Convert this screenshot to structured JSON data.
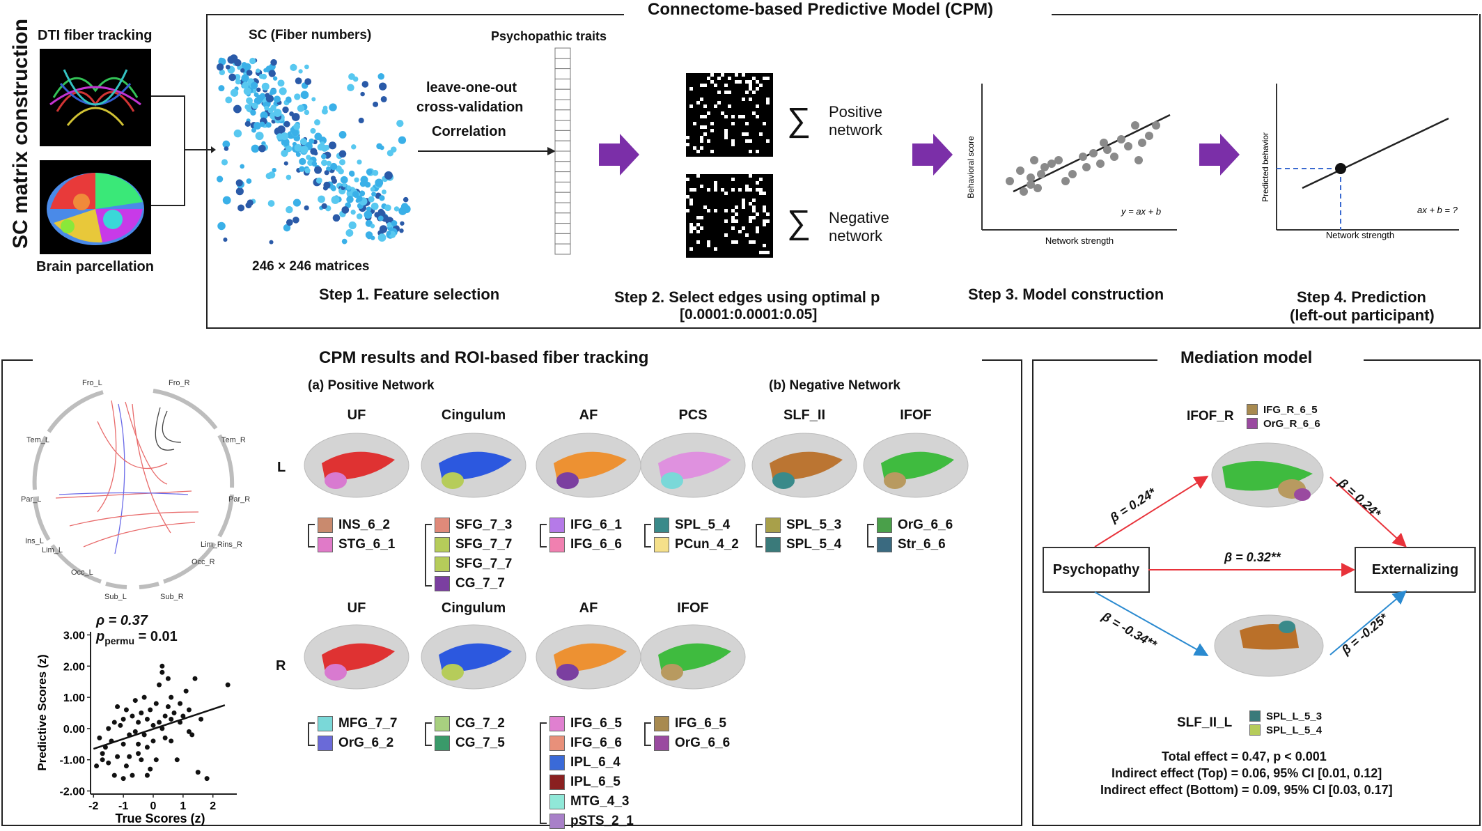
{
  "sc": {
    "vertical_title": "SC matrix construction",
    "dti_label": "DTI fiber tracking",
    "parcellation_label": "Brain parcellation"
  },
  "cpm": {
    "title": "Connectome-based Predictive Model (CPM)",
    "sc_label": "SC (Fiber numbers)",
    "matrix_label": "246 × 246 matrices",
    "psych_label": "Psychopathic traits",
    "loo_label_1": "leave-one-out",
    "loo_label_2": "cross-validation",
    "corr_label": "Correlation",
    "positive_1": "Positive",
    "positive_2": "network",
    "negative_1": "Negative",
    "negative_2": "network",
    "sigma": "∑",
    "step1": "Step 1. Feature selection",
    "step2_1": "Step 2. Select edges using optimal p",
    "step2_2": "[0.0001:0.0001:0.05]",
    "step3": "Step 3. Model construction",
    "step4_1": "Step 4. Prediction",
    "step4_2": "(left-out participant)",
    "step3_ylabel": "Behavioral score",
    "step3_xlabel": "Network strength",
    "step3_eq": "y = ax + b",
    "step4_ylabel": "Predicted behavior",
    "step4_xlabel": "Network strength",
    "step4_eq": "ax + b = ?",
    "arrow_color": "#7b2fa8"
  },
  "results": {
    "title": "CPM results and ROI-based fiber tracking",
    "pos_title": "(a) Positive Network",
    "neg_title": "(b) Negative Network",
    "L": "L",
    "R": "R",
    "row_L": [
      {
        "tract": "UF",
        "legend": [
          {
            "name": "INS_6_2",
            "color": "#c98a6e"
          },
          {
            "name": "STG_6_1",
            "color": "#e07ac8"
          }
        ]
      },
      {
        "tract": "Cingulum",
        "legend": [
          {
            "name": "SFG_7_3",
            "color": "#e08a7a"
          },
          {
            "name": "SFG_7_7",
            "color": "#b6cc5a"
          },
          {
            "name": "SFG_7_7",
            "color": "#b6cc5a"
          },
          {
            "name": "CG_7_7",
            "color": "#7b3fa0"
          }
        ]
      },
      {
        "tract": "AF",
        "legend": [
          {
            "name": "IFG_6_1",
            "color": "#b57ae8"
          },
          {
            "name": "IFG_6_6",
            "color": "#f080b0"
          }
        ]
      },
      {
        "tract": "PCS",
        "legend": [
          {
            "name": "SPL_5_4",
            "color": "#3a8a8a"
          },
          {
            "name": "PCun_4_2",
            "color": "#f5e08a"
          }
        ]
      }
    ],
    "row_neg": [
      {
        "tract": "SLF_II",
        "legend": [
          {
            "name": "SPL_5_3",
            "color": "#a8a04a"
          },
          {
            "name": "SPL_5_4",
            "color": "#3a7a7a"
          }
        ]
      },
      {
        "tract": "IFOF",
        "legend": [
          {
            "name": "OrG_6_6",
            "color": "#4aa04a"
          },
          {
            "name": "Str_6_6",
            "color": "#3a6a80"
          }
        ]
      }
    ],
    "row_R": [
      {
        "tract": "UF",
        "legend": [
          {
            "name": "MFG_7_7",
            "color": "#7ad8d8"
          },
          {
            "name": "OrG_6_2",
            "color": "#6a6ad8"
          }
        ]
      },
      {
        "tract": "Cingulum",
        "legend": [
          {
            "name": "CG_7_2",
            "color": "#a8d080"
          },
          {
            "name": "CG_7_5",
            "color": "#3a9a6a"
          }
        ]
      },
      {
        "tract": "AF",
        "legend": [
          {
            "name": "IFG_6_5",
            "color": "#e080d0"
          },
          {
            "name": "IFG_6_6",
            "color": "#e8907a"
          },
          {
            "name": "IPL_6_4",
            "color": "#3a6ad8"
          },
          {
            "name": "IPL_6_5",
            "color": "#8a2020"
          },
          {
            "name": "MTG_4_3",
            "color": "#90e8d8"
          },
          {
            "name": "pSTS_2_1",
            "color": "#a880c8"
          }
        ]
      },
      {
        "tract": "IFOF",
        "legend": [
          {
            "name": "IFG_6_5",
            "color": "#a88a50"
          },
          {
            "name": "OrG_6_6",
            "color": "#9a4aa0"
          }
        ]
      }
    ]
  },
  "circle": {
    "labels": [
      "Fro_L",
      "Fro_R",
      "Tem_L",
      "Tem_R",
      "Par_L",
      "Par_R",
      "Ins_L",
      "Lim_L",
      "Occ_L",
      "Lim_Rins_R",
      "Occ_R",
      "Sub_L",
      "Sub_R"
    ]
  },
  "scatter": {
    "rho": "ρ = 0.37",
    "p": "p",
    "p_sub": "permu",
    "p_val": "= 0.01",
    "ylabel": "Predictive Scores (z)",
    "xlabel": "True Scores (z)"
  },
  "chart_data": {
    "type": "scatter",
    "xlabel": "True Scores (z)",
    "ylabel": "Predictive Scores (z)",
    "xticks": [
      "-2",
      "-1",
      "0",
      "1",
      "2"
    ],
    "yticks": [
      "3.00",
      "2.00",
      "1.00",
      "0.00",
      "-1.00",
      "-2.00"
    ],
    "xlim": [
      -2.1,
      2.8
    ],
    "ylim": [
      -2.1,
      3.1
    ],
    "fit": {
      "x": [
        -2.0,
        2.4
      ],
      "y": [
        -0.65,
        0.75
      ]
    },
    "x": [
      -1.9,
      -1.8,
      -1.7,
      -1.6,
      -1.5,
      -1.5,
      -1.4,
      -1.3,
      -1.3,
      -1.2,
      -1.2,
      -1.1,
      -1.0,
      -1.0,
      -0.9,
      -0.9,
      -0.8,
      -0.8,
      -0.7,
      -0.7,
      -0.6,
      -0.6,
      -0.5,
      -0.5,
      -0.4,
      -0.4,
      -0.3,
      -0.3,
      -0.2,
      -0.2,
      -0.1,
      -0.1,
      0.0,
      0.0,
      0.1,
      0.1,
      0.2,
      0.2,
      0.3,
      0.3,
      0.4,
      0.4,
      0.5,
      0.5,
      0.6,
      0.6,
      0.7,
      0.8,
      0.9,
      1.0,
      1.1,
      1.2,
      1.3,
      1.4,
      1.5,
      1.6,
      1.8,
      2.5,
      -1.7,
      -1.0,
      -0.5,
      0.3,
      0.9,
      1.2,
      -0.2,
      0.6
    ],
    "y": [
      -1.2,
      -0.3,
      -0.8,
      -0.6,
      -1.1,
      0.0,
      -0.4,
      0.2,
      -1.5,
      0.7,
      -0.9,
      0.1,
      -0.5,
      0.3,
      -1.2,
      0.6,
      -0.2,
      -0.9,
      0.4,
      -1.5,
      -0.1,
      0.9,
      0.2,
      -0.8,
      -1.0,
      0.5,
      -0.2,
      1.0,
      0.3,
      -0.6,
      -1.3,
      0.6,
      0.1,
      -0.4,
      0.8,
      -1.0,
      0.2,
      1.4,
      0.0,
      2.0,
      0.4,
      -0.3,
      0.7,
      1.6,
      -0.4,
      0.3,
      0.5,
      -1.0,
      0.2,
      0.4,
      1.2,
      0.6,
      -0.2,
      1.6,
      -1.4,
      0.3,
      -1.6,
      1.4,
      -1.0,
      -1.6,
      -0.5,
      1.8,
      0.8,
      -0.1,
      -1.5,
      1.0
    ]
  },
  "mediation": {
    "title": "Mediation model",
    "top_label": "IFOF_R",
    "top_legend": [
      {
        "name": "IFG_R_6_5",
        "color": "#a88a50"
      },
      {
        "name": "OrG_R_6_6",
        "color": "#9a4aa0"
      }
    ],
    "bottom_label": "SLF_II_L",
    "bottom_legend": [
      {
        "name": "SPL_L_5_3",
        "color": "#3a7a7a"
      },
      {
        "name": "SPL_L_5_4",
        "color": "#b6cc5a"
      }
    ],
    "psychopathy": "Psychopathy",
    "externalizing": "Externalizing",
    "beta_top_left": "β = 0.24*",
    "beta_top_right": "β = 0.24*",
    "beta_direct": "β = 0.32**",
    "beta_bot_left": "β = -0.34**",
    "beta_bot_right": "β = -0.25*",
    "total": "Total effect = 0.47, p < 0.001",
    "indirect_top": "Indirect effect (Top) = 0.06, 95% CI [0.01, 0.12]",
    "indirect_bottom": "Indirect effect (Bottom) = 0.09, 95% CI [0.03, 0.17]",
    "red": "#e8323a",
    "blue": "#2a8ad0"
  }
}
